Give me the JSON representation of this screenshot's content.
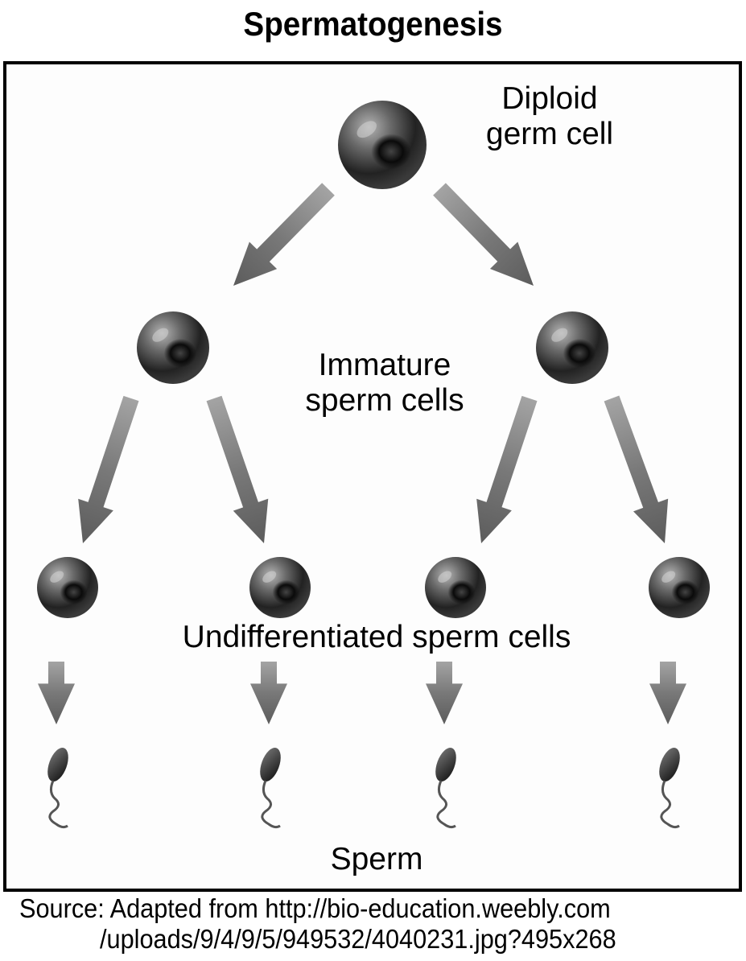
{
  "title": "Spermatogenesis",
  "labels": {
    "diploid_line1": "Diploid",
    "diploid_line2": "germ cell",
    "immature_line1": "Immature",
    "immature_line2": "sperm cells",
    "undifferentiated": "Undifferentiated sperm cells",
    "sperm": "Sperm"
  },
  "source": {
    "line1": "Source: Adapted from http://bio-education.weebly.com",
    "line2": "/uploads/9/4/9/5/949532/4040231.jpg?495x268"
  },
  "stages": [
    {
      "name": "Diploid germ cell",
      "count": 1
    },
    {
      "name": "Immature sperm cells",
      "count": 2
    },
    {
      "name": "Undifferentiated sperm cells",
      "count": 4
    },
    {
      "name": "Sperm",
      "count": 4
    }
  ],
  "colors": {
    "cell_dark": "#111111",
    "cell_light": "#9a9a9a",
    "arrow": "#6b6b6b",
    "frame": "#000000"
  }
}
